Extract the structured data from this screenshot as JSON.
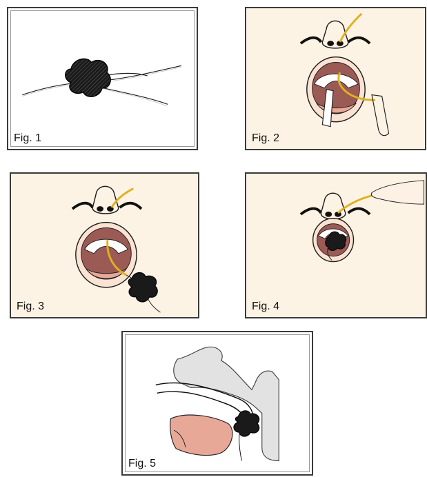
{
  "figures": [
    {
      "label": "Fig. 1"
    },
    {
      "label": "Fig. 2"
    },
    {
      "label": "Fig. 3"
    },
    {
      "label": "Fig. 4"
    },
    {
      "label": "Fig. 5"
    }
  ],
  "colors": {
    "panel_bg": "#fdf3e4",
    "panel_bg_plain": "#ffffff",
    "border": "#3a3a3a",
    "catheter": "#e0b020",
    "tongue": "#e8a898",
    "mouth_inside": "#9c5a55",
    "pack": "#1a1a1a",
    "bone": "#e2e2e2"
  }
}
